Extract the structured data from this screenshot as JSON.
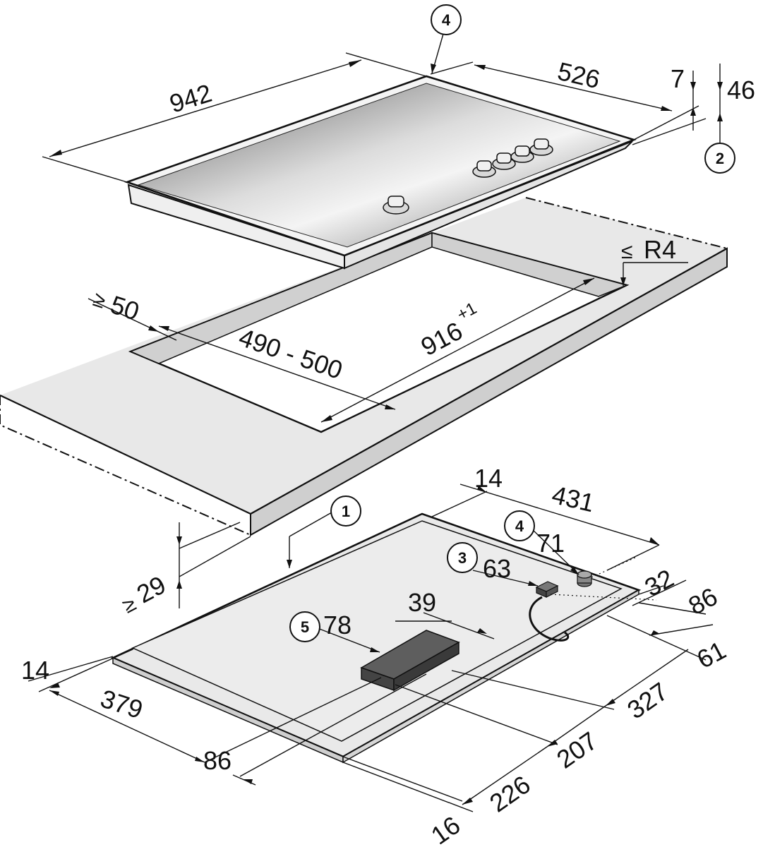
{
  "dimensions": {
    "top_width": "942",
    "top_depth": "526",
    "frame_height": "7",
    "total_height": "46",
    "cutout_margin": "50",
    "cutout_width": "916",
    "cutout_width_tol": "+1",
    "cutout_depth": "490 - 500",
    "corner_radius": "R4",
    "worktop_thickness": "29",
    "bottom_14_top": "14",
    "bottom_431": "431",
    "bottom_71": "71",
    "bottom_63": "63",
    "bottom_32": "32",
    "bottom_86_right": "86",
    "bottom_39": "39",
    "bottom_78": "78",
    "bottom_61": "61",
    "bottom_327": "327",
    "bottom_207": "207",
    "bottom_226": "226",
    "bottom_16": "16",
    "bottom_14_left": "14",
    "bottom_379": "379",
    "bottom_86_left": "86"
  },
  "symbols": {
    "geq": "≥",
    "leq": "≤"
  },
  "callouts": {
    "c4_top": "4",
    "c2": "2",
    "c1": "1",
    "c4_bottom": "4",
    "c3": "3",
    "c5": "5"
  }
}
